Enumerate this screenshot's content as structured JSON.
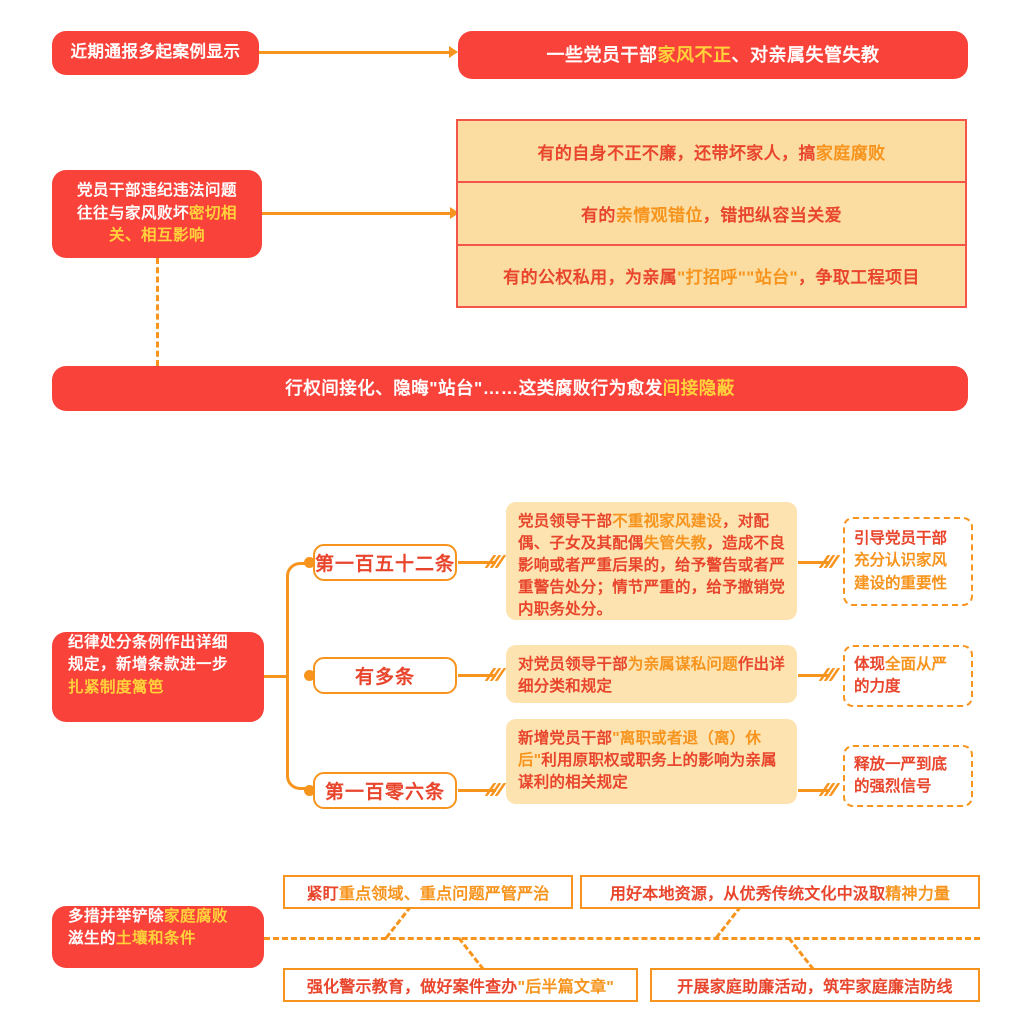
{
  "theme": {
    "red": "#f9423a",
    "orange": "#f7941d",
    "yellow_fill": "#fbdda2",
    "soft_yellow": "#fde3b0",
    "highlight_yellow": "#ffd23b",
    "text_red": "#e8452c",
    "background": "#ffffff"
  },
  "section1": {
    "source_box": "近期通报多起案例显示",
    "headline_pre": "一些党员干部",
    "headline_hl": "家风不正",
    "headline_post": "、对亲属失管失教"
  },
  "section2": {
    "cause_box_line1": "党员干部违纪违法问题",
    "cause_box_line2_pre": "往往与家风败坏",
    "cause_box_line2_hl": "密切相",
    "cause_box_line3_hl": "关、相互影响",
    "rows": [
      {
        "pre": "有的自身不正不廉，还带坏家人，搞",
        "hl": "家庭腐败",
        "post": ""
      },
      {
        "pre": "有的",
        "hl": "亲情观错位",
        "post": "，错把纵容当关爱"
      },
      {
        "pre": "有的公权私用，为亲属",
        "hl": "\"打招呼\"\"站台\"",
        "post": "，争取工程项目"
      }
    ],
    "banner_pre": "行权间接化、隐晦\"站台\"……这类腐败行为愈发",
    "banner_hl": "间接隐蔽"
  },
  "section3": {
    "root_line1": "纪律处分条例作出详细",
    "root_line2": "规定，新增条款进一步",
    "root_line3_hl": "扎紧制度篱笆",
    "branches": [
      {
        "pill": "第一百五十二条",
        "detail": [
          {
            "t": "党员领导干部",
            "hl": false
          },
          {
            "t": "不重视家风建设",
            "hl": true
          },
          {
            "t": "，对配偶、子女及其配偶",
            "hl": false
          },
          {
            "t": "失管失教",
            "hl": true
          },
          {
            "t": "，造成不良影响或者严重后果的，给予警告或者严重警告处分；情节严重的，给予撤销党内职务处分。",
            "hl": false
          }
        ],
        "outcome": [
          {
            "t": "引导党员干部",
            "hl": false
          },
          {
            "t": "充分认识家风建设的重要性",
            "hl": true
          }
        ]
      },
      {
        "pill": "有多条",
        "detail": [
          {
            "t": "对党员领导干部",
            "hl": false
          },
          {
            "t": "为亲属谋私问题",
            "hl": true
          },
          {
            "t": "作出详细分类和规定",
            "hl": false
          }
        ],
        "outcome": [
          {
            "t": "体现",
            "hl": false
          },
          {
            "t": "全面从严",
            "hl": true
          },
          {
            "t": "的力度",
            "hl": false
          }
        ]
      },
      {
        "pill": "第一百零六条",
        "detail": [
          {
            "t": "新增党员干部",
            "hl": false
          },
          {
            "t": "\"离职或者退（离）休后\"",
            "hl": true
          },
          {
            "t": "利用原职权或职务上的影响为亲属谋利的相关规定",
            "hl": false
          }
        ],
        "outcome": [
          {
            "t": "释放一严到底",
            "hl": false
          },
          {
            "t": "的强烈信号",
            "hl": false
          }
        ]
      }
    ]
  },
  "section4": {
    "root_line1_pre": "多措并举铲除",
    "root_line1_hl": "家庭腐败",
    "root_line2_pre": "滋生的",
    "root_line2_hl": "土壤和条件",
    "measures": [
      {
        "pre": "紧盯",
        "hl": "重点领域、重点问题",
        "post": "",
        "tail_hl": "严管严治"
      },
      {
        "pre": "用好本地资源，从优秀传统文化中汲取",
        "hl": "精神力量",
        "post": ""
      },
      {
        "pre": "强化警示教育，做好案件查办",
        "hl": "\"后半篇文章\"",
        "post": ""
      },
      {
        "pre": "开展家庭助廉活动，筑牢家庭廉洁防线",
        "hl": "",
        "post": ""
      }
    ]
  }
}
